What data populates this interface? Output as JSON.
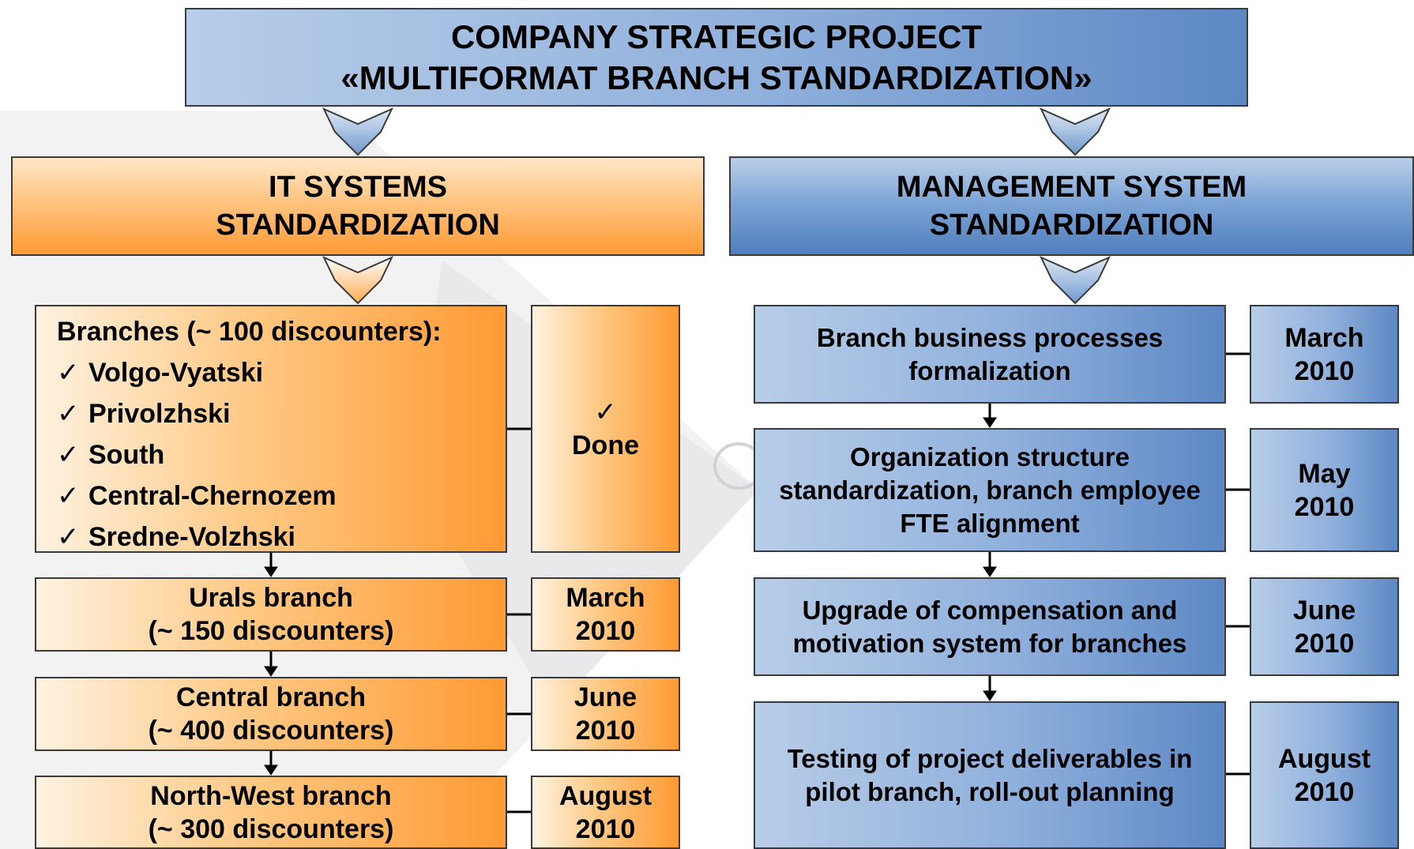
{
  "header": {
    "line1": "COMPANY STRATEGIC PROJECT",
    "line2": "«MULTIFORMAT BRANCH STANDARDIZATION»"
  },
  "it_track": {
    "title_line1": "IT SYSTEMS",
    "title_line2": "STANDARDIZATION",
    "first_group": {
      "heading": "Branches (~ 100 discounters):",
      "branches": [
        "Volgo-Vyatski",
        "Privolzhski",
        "South",
        "Central-Chernozem",
        "Sredne-Volzhski"
      ],
      "status_mark": "✓",
      "status_text": "Done"
    },
    "steps": [
      {
        "line1": "Urals branch",
        "line2": "(~ 150 discounters)",
        "date_line1": "March",
        "date_line2": "2010"
      },
      {
        "line1": "Central branch",
        "line2": "(~ 400 discounters)",
        "date_line1": "June",
        "date_line2": "2010"
      },
      {
        "line1": "North-West branch",
        "line2": "(~ 300 discounters)",
        "date_line1": "August",
        "date_line2": "2010"
      }
    ]
  },
  "management_track": {
    "title_line1": "MANAGEMENT SYSTEM",
    "title_line2": "STANDARDIZATION",
    "steps": [
      {
        "lines": [
          "Branch business processes",
          "formalization"
        ],
        "date_line1": "March",
        "date_line2": "2010"
      },
      {
        "lines": [
          "Organization structure",
          "standardization, branch employee",
          "FTE alignment"
        ],
        "date_line1": "May",
        "date_line2": "2010"
      },
      {
        "lines": [
          "Upgrade of compensation and",
          "motivation system for branches"
        ],
        "date_line1": "June",
        "date_line2": "2010"
      },
      {
        "lines": [
          "Testing of project deliverables in",
          "pilot branch, roll-out planning"
        ],
        "date_line1": "August",
        "date_line2": "2010"
      }
    ]
  },
  "colors": {
    "blue_accent": "#6f98cf",
    "orange_accent": "#ffab52",
    "border": "#3a3a3a"
  },
  "icons": {
    "check": "check-icon",
    "chevron": "chevron-down-icon",
    "arrow": "arrow-down-icon"
  }
}
